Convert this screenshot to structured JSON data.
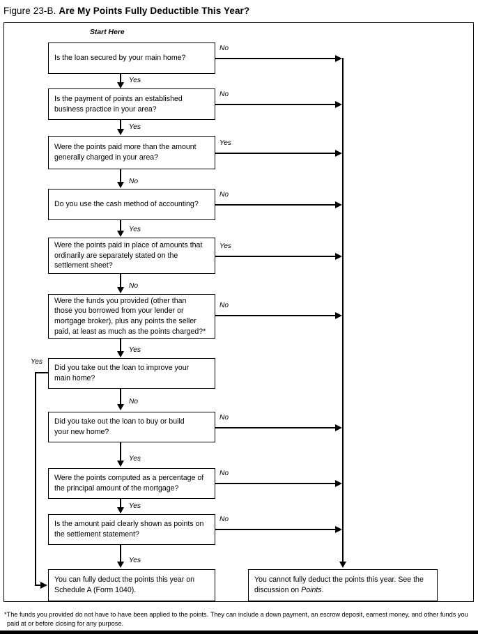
{
  "figure": {
    "label": "Figure 23-B.",
    "name": "Are My Points Fully Deductible This Year?",
    "start_caption": "Start Here"
  },
  "chart_data": {
    "type": "diagram",
    "title": "Figure 23-B. Are My Points Fully Deductible This Year?",
    "nodes": [
      {
        "id": "q1",
        "text": "Is the loan secured by your main home?"
      },
      {
        "id": "q2",
        "text": "Is the payment of points an established business practice in your area?"
      },
      {
        "id": "q3",
        "text": "Were the points paid more than the amount generally charged in your area?"
      },
      {
        "id": "q4",
        "text": "Do you use the cash method of accounting?"
      },
      {
        "id": "q5",
        "text": "Were the points paid in place of amounts that ordinarily are separately stated on the settlement sheet?"
      },
      {
        "id": "q6",
        "text": "Were the funds you provided (other than those you borrowed from your lender or mortgage broker), plus any points the seller paid, at least as much as the points charged?*"
      },
      {
        "id": "q7",
        "text": "Did you take out the loan to improve your main home?"
      },
      {
        "id": "q8",
        "text": "Did you take out the loan to buy or build your new home?"
      },
      {
        "id": "q9",
        "text": "Were the points computed as a percentage of the principal amount of the mortgage?"
      },
      {
        "id": "q10",
        "text": "Is the amount paid clearly shown as points on the settlement statement?"
      },
      {
        "id": "yes_outcome",
        "text": "You can fully deduct the points this year on Schedule A (Form 1040)."
      },
      {
        "id": "no_outcome",
        "text": "You cannot fully deduct the points this year. See the discussion on Points."
      }
    ],
    "edges": [
      {
        "from": "q1",
        "to": "no_outcome",
        "label": "No"
      },
      {
        "from": "q1",
        "to": "q2",
        "label": "Yes"
      },
      {
        "from": "q2",
        "to": "no_outcome",
        "label": "No"
      },
      {
        "from": "q2",
        "to": "q3",
        "label": "Yes"
      },
      {
        "from": "q3",
        "to": "no_outcome",
        "label": "Yes"
      },
      {
        "from": "q3",
        "to": "q4",
        "label": "No"
      },
      {
        "from": "q4",
        "to": "no_outcome",
        "label": "No"
      },
      {
        "from": "q4",
        "to": "q5",
        "label": "Yes"
      },
      {
        "from": "q5",
        "to": "no_outcome",
        "label": "Yes"
      },
      {
        "from": "q5",
        "to": "q6",
        "label": "No"
      },
      {
        "from": "q6",
        "to": "no_outcome",
        "label": "No"
      },
      {
        "from": "q6",
        "to": "q7",
        "label": "Yes"
      },
      {
        "from": "q7",
        "to": "yes_outcome",
        "label": "Yes"
      },
      {
        "from": "q7",
        "to": "q8",
        "label": "No"
      },
      {
        "from": "q8",
        "to": "no_outcome",
        "label": "No"
      },
      {
        "from": "q8",
        "to": "q9",
        "label": "Yes"
      },
      {
        "from": "q9",
        "to": "no_outcome",
        "label": "No"
      },
      {
        "from": "q9",
        "to": "q10",
        "label": "Yes"
      },
      {
        "from": "q10",
        "to": "no_outcome",
        "label": "No"
      },
      {
        "from": "q10",
        "to": "yes_outcome",
        "label": "Yes"
      }
    ]
  },
  "nodes": {
    "q1": {
      "line1": "Is the loan secured by your main home?"
    },
    "q2": {
      "line1": "Is the payment of points an established",
      "line2": "business practice in your area?"
    },
    "q3": {
      "line1": "Were the points paid more than the amount",
      "line2": "generally charged in your area?"
    },
    "q4": {
      "line1": "Do you use the cash method of accounting?"
    },
    "q5": {
      "line1": "Were the points paid in place of amounts that",
      "line2": "ordinarily are separately stated on the",
      "line3": "settlement sheet?"
    },
    "q6": {
      "line1": "Were the funds you provided (other than",
      "line2": "those you borrowed from your lender or",
      "line3": "mortgage broker), plus any points the seller",
      "line4": "paid, at least as much as the points charged?*"
    },
    "q7": {
      "line1": "Did you take out the loan to improve your",
      "line2": "main home?"
    },
    "q8": {
      "line1": "Did you take out the loan to buy or build",
      "line2": "your new home?"
    },
    "q9": {
      "line1": "Were the points computed as a percentage of",
      "line2": "the principal amount of the mortgage?"
    },
    "q10": {
      "line1": "Is the amount paid clearly shown as points on",
      "line2": "the settlement statement?"
    },
    "yes_outcome": {
      "line1": "You can fully deduct the points this year on",
      "line2": "Schedule A (Form 1040)."
    },
    "no_outcome": {
      "line1": "You cannot fully deduct the points this year. See the",
      "line2_pre": "discussion on ",
      "line2_ital": "Points",
      "line2_post": "."
    }
  },
  "labels": {
    "no1": "No",
    "yes1": "Yes",
    "no2": "No",
    "yes2": "Yes",
    "yes3": "Yes",
    "no3": "No",
    "no4": "No",
    "yes4": "Yes",
    "yes5": "Yes",
    "no5": "No",
    "no6": "No",
    "yes6": "Yes",
    "yes7": "Yes",
    "no7": "No",
    "no8": "No",
    "yes8": "Yes",
    "no9": "No",
    "yes9": "Yes",
    "no10": "No",
    "yes10": "Yes"
  },
  "footnote": {
    "text": "*The funds you provided do not have to have been applied to the points. They can include a down payment, an escrow deposit, earnest money, and other funds you paid at or before closing for any purpose."
  }
}
